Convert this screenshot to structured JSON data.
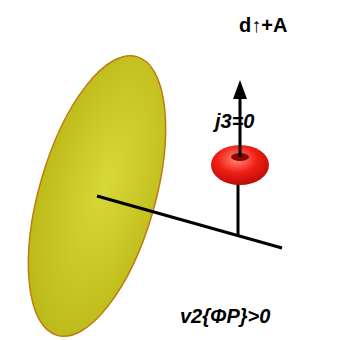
{
  "diagram": {
    "labels": [
      "d↑+A",
      "j3=0",
      "v2{ΦP}>0"
    ]
  }
}
